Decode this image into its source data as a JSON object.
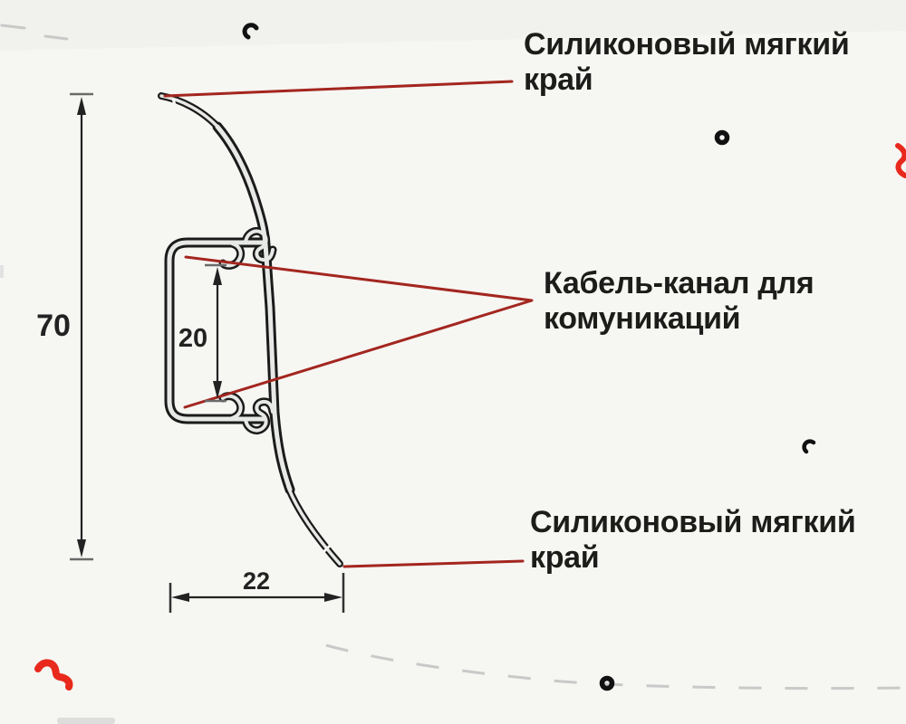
{
  "diagram": {
    "labels": {
      "top_edge": "Силиконовый мягкий край",
      "cable_channel": "Кабель-канал для комуникаций",
      "bottom_edge": "Силиконовый мягкий край"
    },
    "dimensions": {
      "overall_height": "70",
      "channel_height": "20",
      "base_width": "22"
    },
    "colors": {
      "background": "#f6f6f3",
      "outline": "#1b1b1b",
      "profile_fill": "#e7e9e6",
      "leader_line": "#a3261f",
      "squiggle_red": "#e8291c",
      "label_text": "#1c1c1a",
      "dimension_text": "#222222",
      "dash_gray": "#c9c9c9"
    },
    "decorations": [
      "comma-mark",
      "ring-dot",
      "red-squiggle",
      "dashed-curve"
    ]
  }
}
